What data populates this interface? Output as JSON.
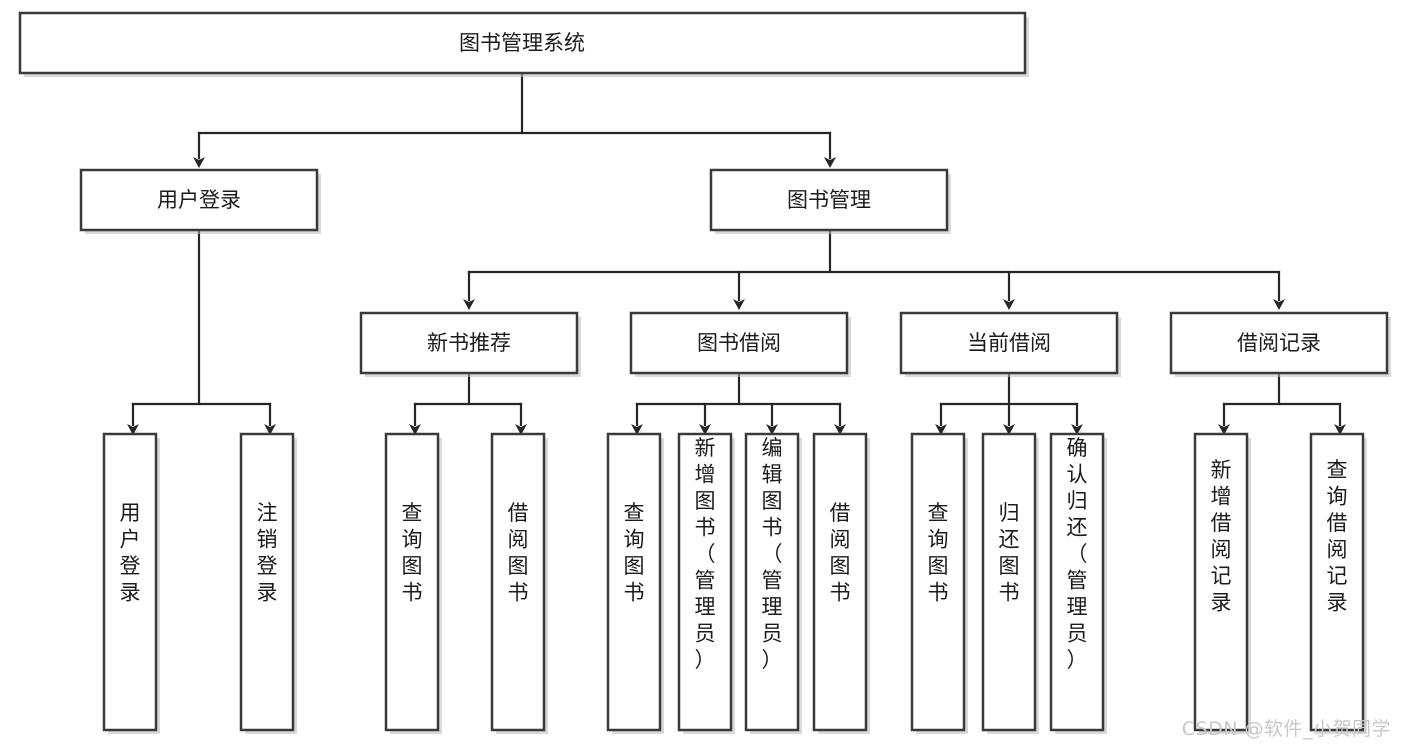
{
  "diagram": {
    "title": "图书管理系统",
    "type": "tree-hierarchy-chart",
    "watermark": "CSDN @软件_小贺同学",
    "root": {
      "label": "图书管理系统"
    },
    "level2": [
      {
        "label": "用户登录"
      },
      {
        "label": "图书管理"
      }
    ],
    "level3": [
      {
        "label": "新书推荐"
      },
      {
        "label": "图书借阅"
      },
      {
        "label": "当前借阅"
      },
      {
        "label": "借阅记录"
      }
    ],
    "leaves": {
      "user_login": [
        {
          "label": "用户登录"
        },
        {
          "label": "注销登录"
        }
      ],
      "new_book_recommend": [
        {
          "label": "查询图书"
        },
        {
          "label": "借阅图书"
        }
      ],
      "book_borrow": [
        {
          "label": "查询图书"
        },
        {
          "label": "新增图书（管理员）"
        },
        {
          "label": "编辑图书（管理员）"
        },
        {
          "label": "借阅图书"
        }
      ],
      "current_borrow": [
        {
          "label": "查询图书"
        },
        {
          "label": "归还图书"
        },
        {
          "label": "确认归还（管理员）"
        }
      ],
      "borrow_record": [
        {
          "label": "新增借阅记录"
        },
        {
          "label": "查询借阅记录"
        }
      ]
    },
    "colors": {
      "box_stroke": "#3a3a3a",
      "line": "#262626",
      "text": "#1b1b1b",
      "background": "#ffffff",
      "watermark": "#c8c8c8"
    }
  }
}
